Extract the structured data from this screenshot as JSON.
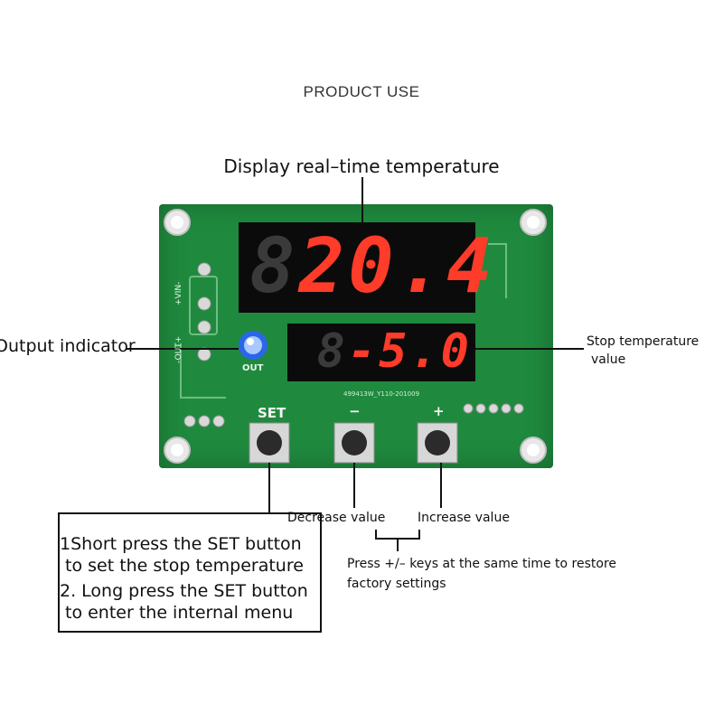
{
  "title": "PRODUCT USE",
  "labels": {
    "display": "Display real–time temperature",
    "output_indicator": "Output indicator",
    "stop_temp_line1": "Stop temperature",
    "stop_temp_line2": "value",
    "decrease": "Decrease value",
    "increase": "Increase value",
    "restore_line1": "Press +/– keys at the same time to restore",
    "restore_line2": "factory settings"
  },
  "notes": {
    "n1_line1": "1Short press the SET button",
    "n1_line2": "to set the stop temperature",
    "n2_line1": "2. Long press the SET button",
    "n2_line2": "to enter the internal menu"
  },
  "board": {
    "display_top": "20.4",
    "display_bottom": "-5.0",
    "out_label": "OUT",
    "vin_label": "+VIN-",
    "out_pins_label": "-OUT+",
    "pcb_code": "499413W_Y110-201009",
    "buttons": {
      "set": "SET",
      "minus": "−",
      "plus": "+"
    }
  },
  "colors": {
    "pcb": "#1f8a3e",
    "led_on": "#ff3b2a",
    "led_off": "#3a3a3a",
    "indicator": "#3a7cff"
  }
}
